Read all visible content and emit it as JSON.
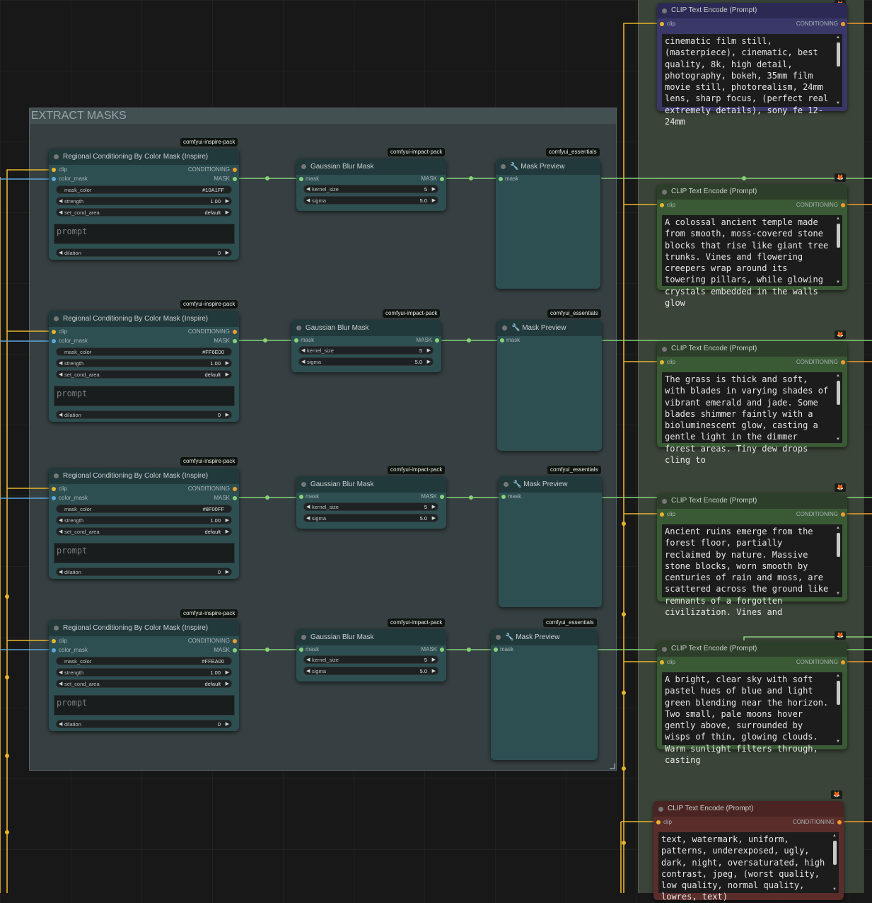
{
  "group_title": "EXTRACT MASKS",
  "regional_nodes": [
    {
      "badge": "comfyui-inspire-pack",
      "title": "Regional Conditioning By Color Mask (Inspire)",
      "in_clip": "clip",
      "in_mask": "color_mask",
      "out_cond": "CONDITIONING",
      "out_mask": "MASK",
      "mask_color_label": "mask_color",
      "mask_color": "#10A1FF",
      "strength_label": "strength",
      "strength": "1.00",
      "area_label": "set_cond_area",
      "area": "default",
      "prompt_placeholder": "prompt",
      "dilation_label": "dilation",
      "dilation": "0"
    },
    {
      "badge": "comfyui-inspire-pack",
      "title": "Regional Conditioning By Color Mask (Inspire)",
      "in_clip": "clip",
      "in_mask": "color_mask",
      "out_cond": "CONDITIONING",
      "out_mask": "MASK",
      "mask_color_label": "mask_color",
      "mask_color": "#FF6E00",
      "strength_label": "strength",
      "strength": "1.00",
      "area_label": "set_cond_area",
      "area": "default",
      "prompt_placeholder": "prompt",
      "dilation_label": "dilation",
      "dilation": "0"
    },
    {
      "badge": "comfyui-inspire-pack",
      "title": "Regional Conditioning By Color Mask (Inspire)",
      "in_clip": "clip",
      "in_mask": "color_mask",
      "out_cond": "CONDITIONING",
      "out_mask": "MASK",
      "mask_color_label": "mask_color",
      "mask_color": "#8F00FF",
      "strength_label": "strength",
      "strength": "1.00",
      "area_label": "set_cond_area",
      "area": "default",
      "prompt_placeholder": "prompt",
      "dilation_label": "dilation",
      "dilation": "0"
    },
    {
      "badge": "comfyui-inspire-pack",
      "title": "Regional Conditioning By Color Mask (Inspire)",
      "in_clip": "clip",
      "in_mask": "color_mask",
      "out_cond": "CONDITIONING",
      "out_mask": "MASK",
      "mask_color_label": "mask_color",
      "mask_color": "#FFEA00",
      "strength_label": "strength",
      "strength": "1.00",
      "area_label": "set_cond_area",
      "area": "default",
      "prompt_placeholder": "prompt",
      "dilation_label": "dilation",
      "dilation": "0"
    }
  ],
  "blur_nodes": [
    {
      "badge": "comfyui-impact-pack",
      "title": "Gaussian Blur Mask",
      "in_mask": "mask",
      "out_mask": "MASK",
      "kernel_label": "kernel_size",
      "kernel": "5",
      "sigma_label": "sigma",
      "sigma": "5.0"
    },
    {
      "badge": "comfyui-impact-pack",
      "title": "Gaussian Blur Mask",
      "in_mask": "mask",
      "out_mask": "MASK",
      "kernel_label": "kernel_size",
      "kernel": "5",
      "sigma_label": "sigma",
      "sigma": "5.0"
    },
    {
      "badge": "comfyui-impact-pack",
      "title": "Gaussian Blur Mask",
      "in_mask": "mask",
      "out_mask": "MASK",
      "kernel_label": "kernel_size",
      "kernel": "5",
      "sigma_label": "sigma",
      "sigma": "5.0"
    },
    {
      "badge": "comfyui-impact-pack",
      "title": "Gaussian Blur Mask",
      "in_mask": "mask",
      "out_mask": "MASK",
      "kernel_label": "kernel_size",
      "kernel": "5",
      "sigma_label": "sigma",
      "sigma": "5.0"
    }
  ],
  "preview_nodes": [
    {
      "badge": "comfyui_essentials",
      "title": "🔧 Mask Preview",
      "in_mask": "mask"
    },
    {
      "badge": "comfyui_essentials",
      "title": "🔧 Mask Preview",
      "in_mask": "mask"
    },
    {
      "badge": "comfyui_essentials",
      "title": "🔧 Mask Preview",
      "in_mask": "mask"
    },
    {
      "badge": "comfyui_essentials",
      "title": "🔧 Mask Preview",
      "in_mask": "mask"
    }
  ],
  "clip_nodes": [
    {
      "title": "CLIP Text Encode (Prompt)",
      "in": "clip",
      "out": "CONDITIONING",
      "text": "cinematic film still, (masterpiece), cinematic, best quality, 8k, high detail, photography, bokeh, 35mm film movie still, photorealism, 24mm lens, sharp focus, (perfect real extremely details), sony fe 12-24mm"
    },
    {
      "title": "CLIP Text Encode (Prompt)",
      "in": "clip",
      "out": "CONDITIONING",
      "text": "A colossal ancient temple made from smooth, moss-covered stone blocks that rise like giant tree trunks. Vines and flowering creepers wrap around its towering pillars, while glowing crystals embedded in the walls glow"
    },
    {
      "title": "CLIP Text Encode (Prompt)",
      "in": "clip",
      "out": "CONDITIONING",
      "text": "The grass is thick and soft, with blades in varying shades of vibrant emerald and jade. Some blades shimmer faintly with a bioluminescent glow, casting a gentle light in the dimmer forest areas. Tiny dew drops cling to"
    },
    {
      "title": "CLIP Text Encode (Prompt)",
      "in": "clip",
      "out": "CONDITIONING",
      "text": "Ancient ruins emerge from the forest floor, partially reclaimed by nature. Massive stone blocks, worn smooth by centuries of rain and moss, are scattered across the ground like remnants of a forgotten civilization. Vines and"
    },
    {
      "title": "CLIP Text Encode (Prompt)",
      "in": "clip",
      "out": "CONDITIONING",
      "text": "A bright, clear sky with soft pastel hues of blue and light green blending near the horizon. Two small, pale moons hover gently above, surrounded by wisps of thin, glowing clouds. Warm sunlight filters through, casting"
    },
    {
      "title": "CLIP Text Encode (Prompt)",
      "in": "clip",
      "out": "CONDITIONING",
      "text": "text, watermark, uniform, patterns, underexposed, ugly, dark, night, oversaturated, high contrast, jpeg, (worst quality, low quality, normal quality, lowres, text)"
    }
  ],
  "colors": {
    "clip_wire": "#e8b52a",
    "mask_wire": "#86d27a",
    "cond_wire": "#f39c2a",
    "color_mask_wire": "#5aa8e0"
  }
}
